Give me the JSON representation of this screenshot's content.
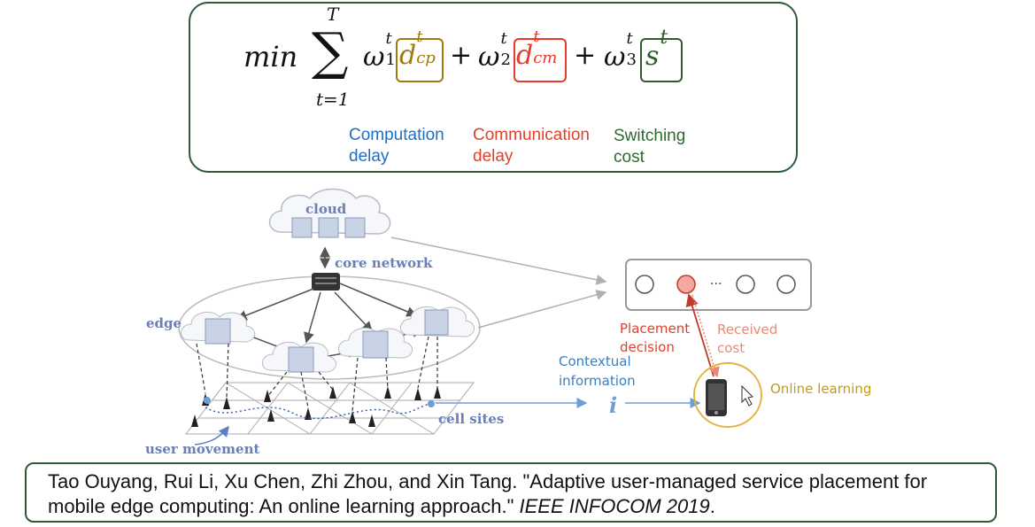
{
  "formula": {
    "min": "min",
    "sum_top": "T",
    "sum_symbol": "∑",
    "sum_bottom": "t=1",
    "w": "ω",
    "t": "t",
    "one": "1",
    "two": "2",
    "three": "3",
    "d": "d",
    "cp": "cp",
    "cm": "cm",
    "s": "s",
    "plus": "+",
    "colors": {
      "computation": "#a07a10",
      "communication": "#e53a2a",
      "switching": "#2e5a2e"
    }
  },
  "labels": {
    "computation": {
      "line1": "Computation",
      "line2": "delay",
      "color": "#1f6fbf"
    },
    "communication": {
      "line1": "Communication",
      "line2": "delay",
      "color": "#e0402c"
    },
    "switching": {
      "line1": "Switching",
      "line2": "cost",
      "color": "#2e6a2e"
    }
  },
  "diagram": {
    "cloud": "cloud",
    "core_network": "core network",
    "edge": "edge",
    "cell_sites": "cell sites",
    "user_movement": "user movement",
    "contextual_line1": "Contextual",
    "contextual_line2": "information",
    "context_symbol": "i",
    "placement_line1": "Placement",
    "placement_line2": "decision",
    "received_line1": "Received",
    "received_line2": "cost",
    "online_learning": "Online learning",
    "arms_ellipsis": "···",
    "colors": {
      "network_text": "#6a7fb5",
      "placement": "#e0402c",
      "received": "#e88a7a",
      "online": "#c89a10",
      "context": "#3a7fc0"
    }
  },
  "citation": {
    "text": "Tao Ouyang, Rui Li, Xu Chen, Zhi Zhou, and Xin Tang. \"Adaptive user-managed service placement for mobile edge computing: An online learning approach.\" ",
    "venue": "IEEE INFOCOM 2019",
    "end": "."
  }
}
